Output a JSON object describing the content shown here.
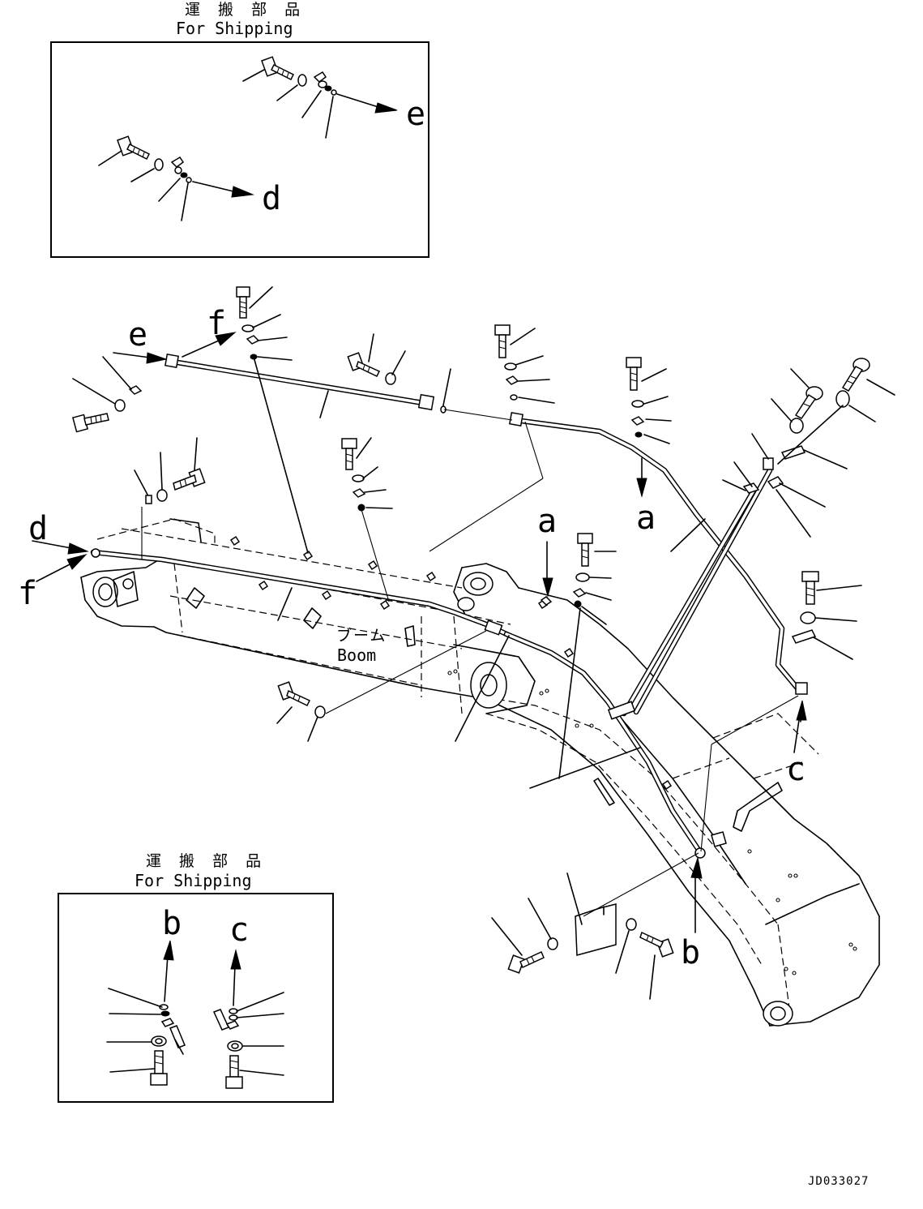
{
  "diagram": {
    "shipping_jp": "運 搬 部 品",
    "shipping_en": "For Shipping",
    "boom_jp": "ブーム",
    "boom_en": "Boom",
    "letters": {
      "a": "a",
      "b": "b",
      "c": "c",
      "d": "d",
      "e": "e",
      "f": "f"
    },
    "drawing_code": "JD033027"
  }
}
